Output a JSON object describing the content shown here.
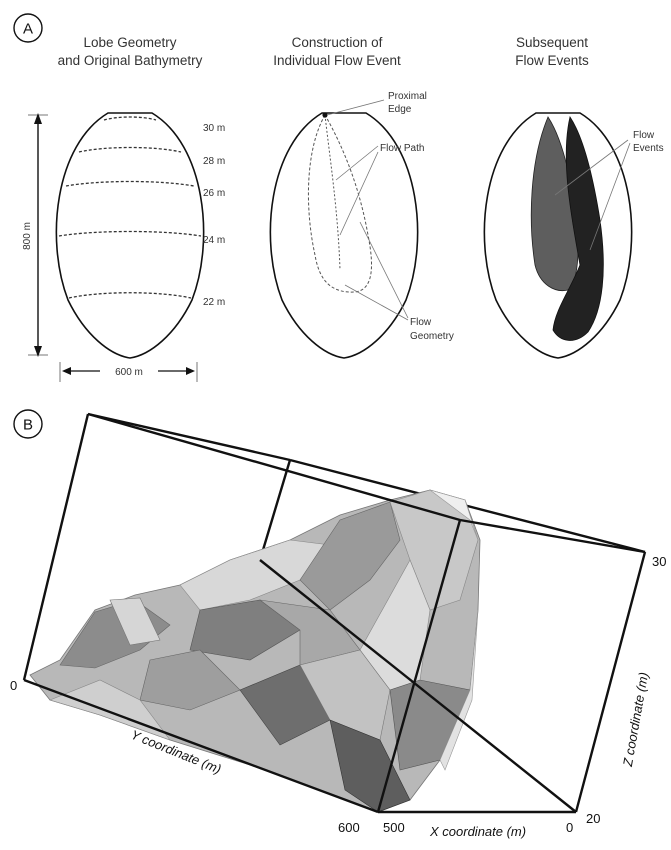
{
  "panel_a": {
    "label": "A",
    "col1": {
      "title_line1": "Lobe Geometry",
      "title_line2": "and Original Bathymetry",
      "depths": [
        "30 m",
        "28 m",
        "26 m",
        "24 m",
        "22 m"
      ],
      "height_label": "800 m",
      "width_label": "600 m"
    },
    "col2": {
      "title_line1": "Construction of",
      "title_line2": "Individual Flow Event",
      "proximal_edge_line1": "Proximal",
      "proximal_edge_line2": "Edge",
      "flow_path": "Flow Path",
      "flow_geometry_line1": "Flow",
      "flow_geometry_line2": "Geometry"
    },
    "col3": {
      "title_line1": "Subsequent",
      "title_line2": "Flow Events",
      "flow_events_line1": "Flow",
      "flow_events_line2": "Events"
    }
  },
  "panel_b": {
    "label": "B",
    "y_axis_label": "Y coordinate (m)",
    "x_axis_label": "X coordinate (m)",
    "z_axis_label": "Z coordinate (m)",
    "ticks": {
      "y_start": "0",
      "y_end": "600",
      "x_start": "500",
      "x_end": "0",
      "z_low": "20",
      "z_high": "30"
    }
  }
}
